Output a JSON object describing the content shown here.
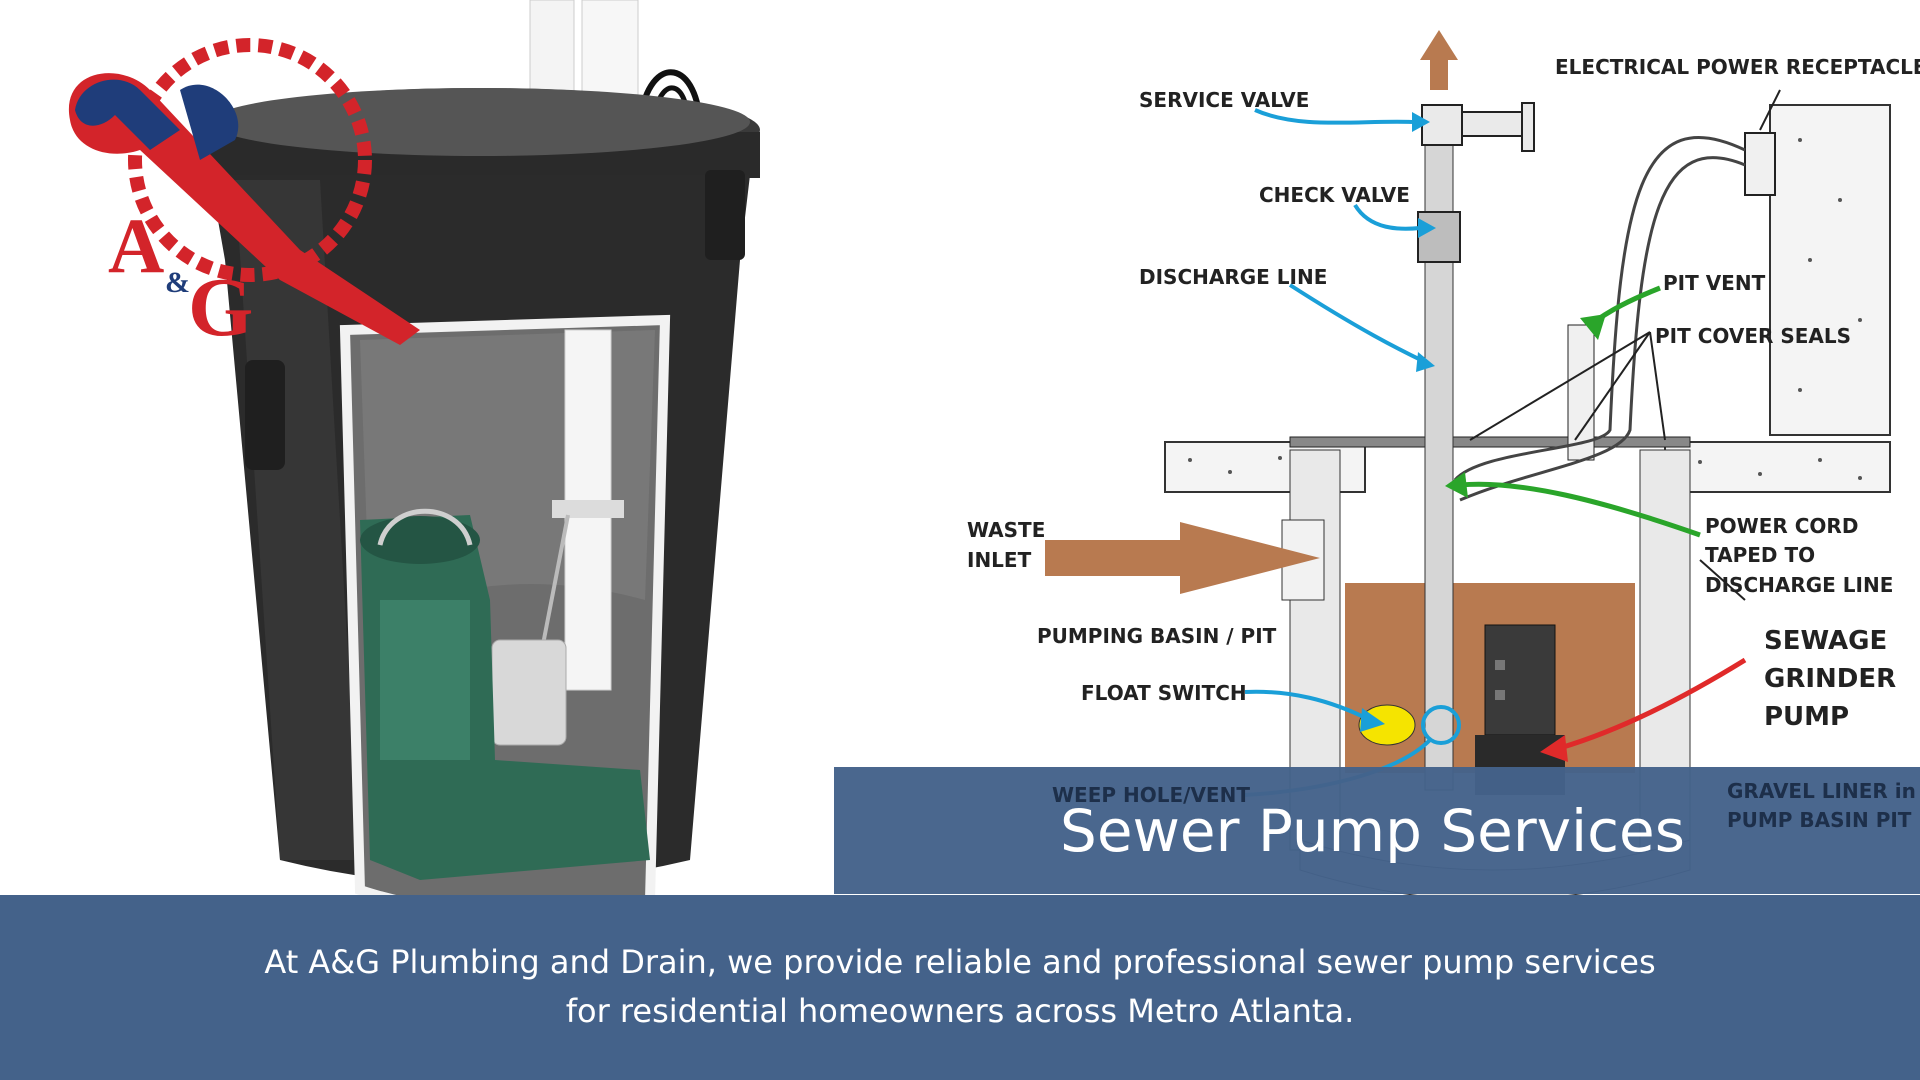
{
  "logo": {
    "letters_top": "A",
    "letters_mid": "&",
    "letters_bottom": "G"
  },
  "diagram": {
    "labels": {
      "service_valve": "SERVICE VALVE",
      "check_valve": "CHECK VALVE",
      "discharge_line": "DISCHARGE LINE",
      "electrical_power_receptacle": "ELECTRICAL POWER RECEPTACLE",
      "pit_vent": "PIT VENT",
      "pit_cover_seals": "PIT COVER SEALS",
      "waste_inlet_1": "WASTE",
      "waste_inlet_2": "INLET",
      "power_cord_1": "POWER CORD",
      "power_cord_2": "TAPED TO",
      "power_cord_3": "DISCHARGE LINE",
      "pumping_basin": "PUMPING BASIN / PIT",
      "float_switch": "FLOAT SWITCH",
      "grinder_1": "SEWAGE",
      "grinder_2": "GRINDER",
      "grinder_3": "PUMP",
      "weep_hole": "WEEP HOLE/VENT",
      "gravel_liner_1": "GRAVEL LINER in",
      "gravel_liner_2": "PUMP BASIN PIT"
    },
    "colors": {
      "blue_arrow": "#1a9fd8",
      "green_arrow": "#2aa52a",
      "red_arrow": "#e02a2a",
      "sewage": "#b87a50",
      "float": "#f5e400"
    }
  },
  "banner": {
    "title": "Sewer Pump Services",
    "description_line1": "At A&G Plumbing and Drain, we provide reliable and professional sewer pump services",
    "description_line2": "for residential homeowners across Metro Atlanta."
  },
  "colors": {
    "band": "#44628a",
    "logo_red": "#d3242a",
    "logo_blue": "#1f3d7a",
    "basin_dark": "#2b2b2b",
    "pump_green": "#2f6b55"
  }
}
